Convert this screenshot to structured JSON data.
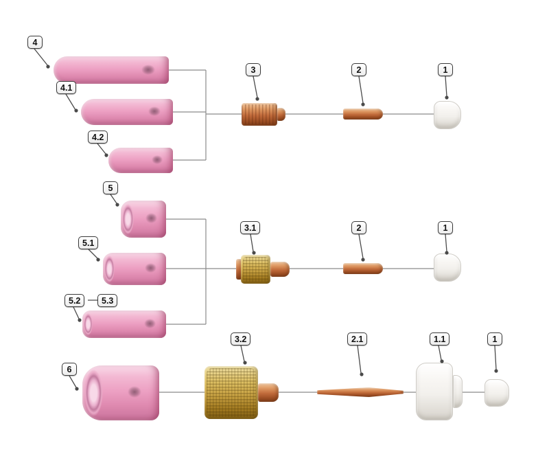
{
  "colors": {
    "bg": "#ffffff",
    "ceramic": "#ec9fc2",
    "ceramic-light": "#f9dcea",
    "ceramic-dark": "#c9729b",
    "copper": "#c06a3a",
    "copper-light": "#f3c9a0",
    "copper-dark": "#7c3d1a",
    "brass": "#c9a344",
    "brass-light": "#efe0a4",
    "brass-dark": "#7d5c14",
    "cap": "#f2f0ec",
    "cap-dark": "#d8d4cd",
    "line": "#8a8a8a",
    "leader": "#4a4a4a",
    "callout-border": "#3a3a3a"
  },
  "callouts": [
    {
      "label": "4"
    },
    {
      "label": "4.1"
    },
    {
      "label": "4.2"
    },
    {
      "label": "3"
    },
    {
      "label": "2"
    },
    {
      "label": "1"
    },
    {
      "label": "5"
    },
    {
      "label": "5.1"
    },
    {
      "label": "5.2"
    },
    {
      "label": "5.3"
    },
    {
      "label": "3.1"
    },
    {
      "label": "2"
    },
    {
      "label": "1"
    },
    {
      "label": "6"
    },
    {
      "label": "3.2"
    },
    {
      "label": "2.1"
    },
    {
      "label": "1.1"
    },
    {
      "label": "1"
    }
  ]
}
